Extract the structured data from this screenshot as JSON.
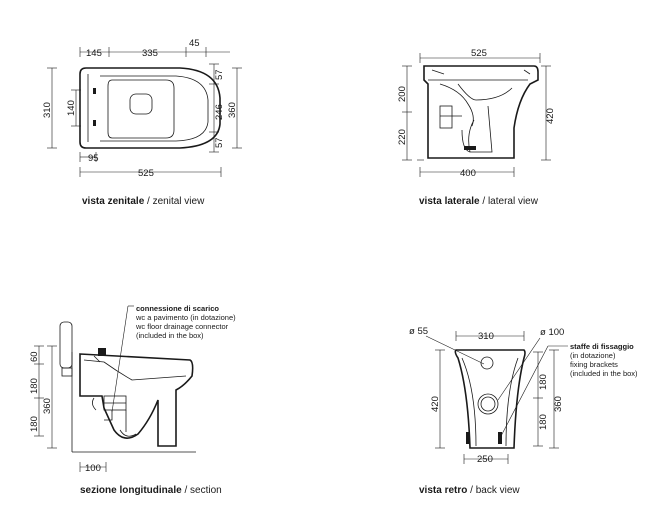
{
  "views": {
    "zenital": {
      "caption_bold": "vista zenitale",
      "caption_light": " / zenital view",
      "dims": {
        "top_left": "145",
        "top_center": "335",
        "top_right": "45",
        "left_outer": "310",
        "left_inner": "140",
        "right_top": "57",
        "right_mid": "246",
        "right_outer": "360",
        "right_bottom": "57",
        "bottom_small": "95",
        "bottom_total": "525"
      }
    },
    "lateral": {
      "caption_bold": "vista laterale",
      "caption_light": " / lateral view",
      "dims": {
        "top_total": "525",
        "left_upper": "200",
        "left_lower": "220",
        "right_total": "420",
        "bottom": "400"
      }
    },
    "section": {
      "caption_bold": "sezione longitudinale",
      "caption_light": " / section",
      "note_lines": [
        "connessione di scarico",
        "wc a pavimento (in dotazione)",
        "wc floor drainage connector",
        "(included in the box)"
      ],
      "dims": {
        "left_top": "60",
        "left_upper": "180",
        "left_total": "360",
        "left_lower": "180",
        "bottom": "100"
      }
    },
    "back": {
      "caption_bold": "vista retro",
      "caption_light": " / back view",
      "note_lines": [
        "staffe di fissaggio",
        "(in dotazione)",
        "fixing brackets",
        "(included in the box)"
      ],
      "dims": {
        "diam_small": "ø 55",
        "top": "310",
        "diam_large": "ø 100",
        "left_total": "420",
        "right_upper": "180",
        "right_total": "360",
        "right_lower": "180",
        "bottom": "250"
      }
    }
  }
}
